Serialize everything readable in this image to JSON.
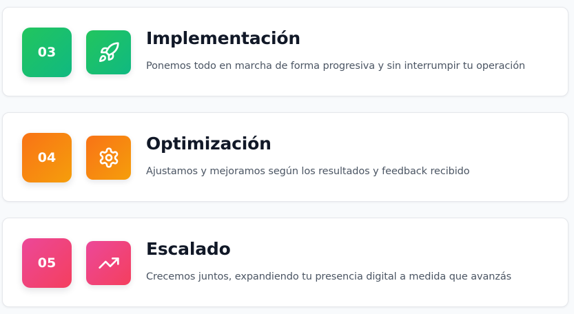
{
  "steps": [
    {
      "number": "03",
      "title": "Implementación",
      "description": "Ponemos todo en marcha de forma progresiva y sin interrumpir tu operación",
      "icon": "rocket-icon",
      "color": "#22c55e"
    },
    {
      "number": "04",
      "title": "Optimización",
      "description": "Ajustamos y mejoramos según los resultados y feedback recibido",
      "icon": "gear-icon",
      "color": "#f97316"
    },
    {
      "number": "05",
      "title": "Escalado",
      "description": "Crecemos juntos, expandiendo tu presencia digital a medida que avanzás",
      "icon": "trending-up-icon",
      "color": "#ec4899"
    }
  ]
}
